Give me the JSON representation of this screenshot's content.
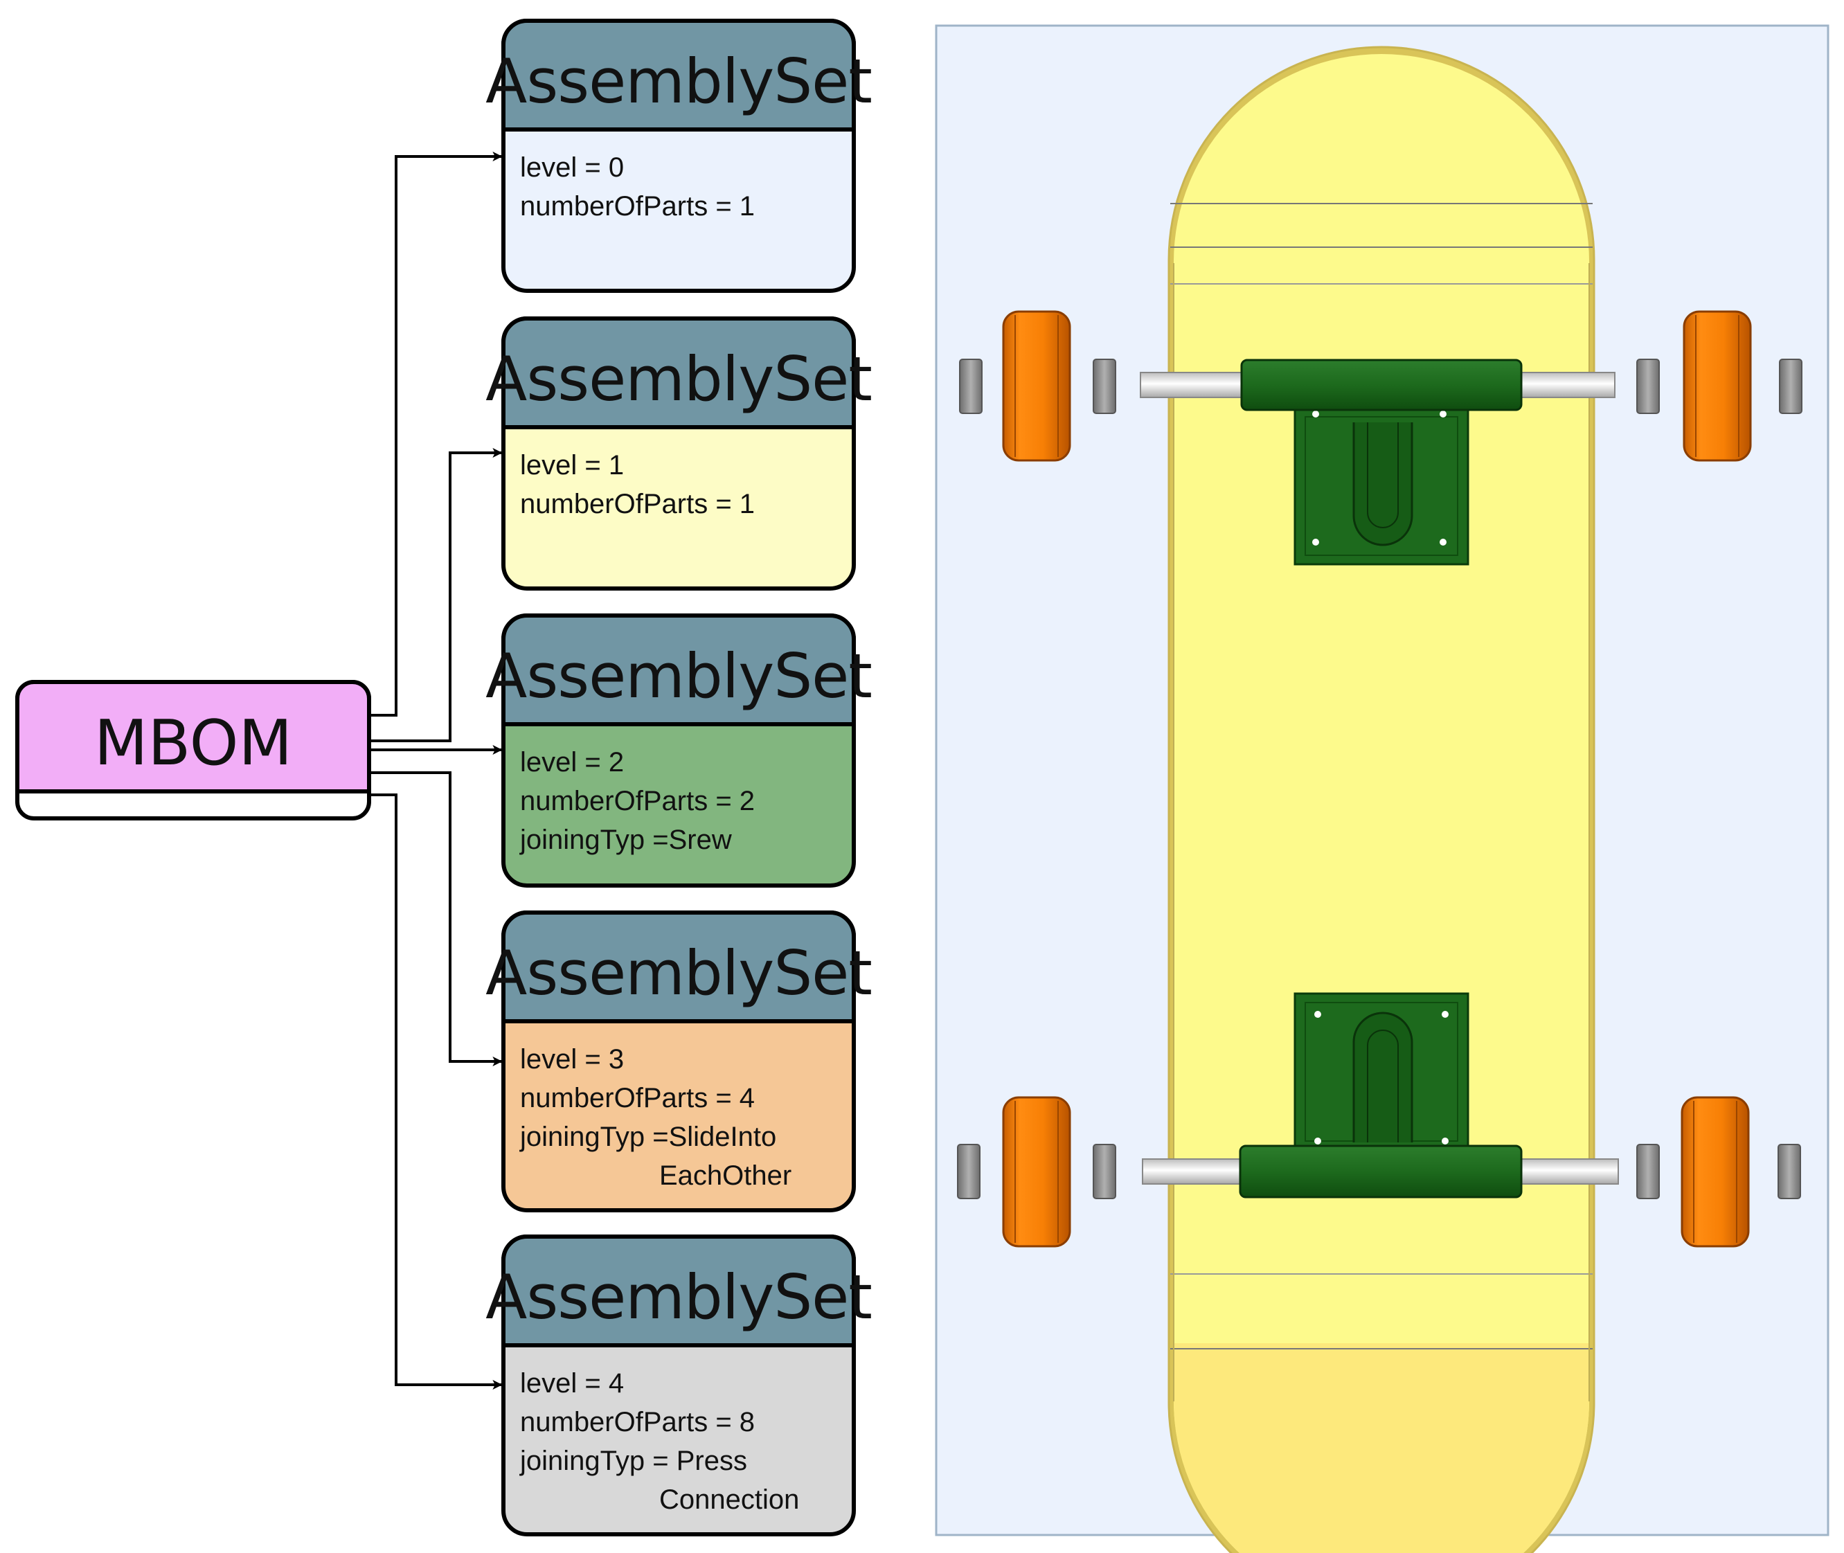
{
  "root": {
    "title": "MBOM",
    "color": "#f2aef7"
  },
  "header_color": "#7196a4",
  "boxes": [
    {
      "title": "AssemblySet",
      "color": "#ebf2fd",
      "lines": [
        "level = 0",
        "numberOfParts = 1"
      ]
    },
    {
      "title": "AssemblySet",
      "color": "#fdfcc6",
      "lines": [
        "level = 1",
        "numberOfParts = 1"
      ]
    },
    {
      "title": "AssemblySet",
      "color": "#82b67f",
      "lines": [
        "level = 2",
        "numberOfParts = 2",
        "joiningTyp =Srew"
      ]
    },
    {
      "title": "AssemblySet",
      "color": "#f5c796",
      "lines": [
        "level = 3",
        "numberOfParts = 4",
        "joiningTyp =SlideInto",
        "EachOther"
      ]
    },
    {
      "title": "AssemblySet",
      "color": "#d8d8d8",
      "lines": [
        "level = 4",
        "numberOfParts = 8",
        "joiningTyp = Press",
        "Connection"
      ]
    }
  ],
  "render": {
    "panel_bg": "#ebf2fd",
    "deck": "#fdfa8c",
    "truck": "#1d6a1d",
    "wheel": "#f77f05",
    "bearing": "#9a9a9a",
    "axle": "#eeeeee"
  }
}
